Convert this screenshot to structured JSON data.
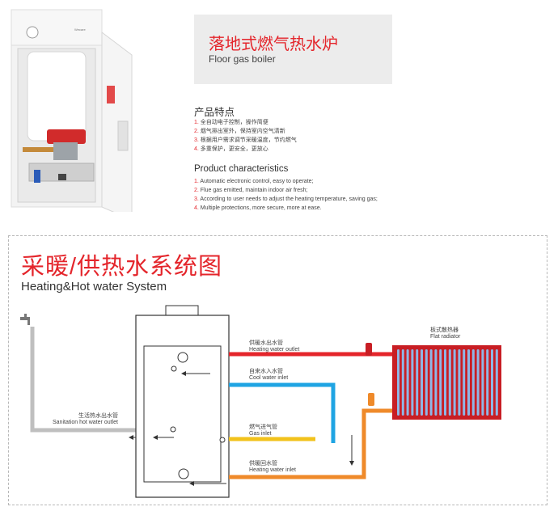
{
  "product": {
    "title_cn": "落地式燃气热水炉",
    "title_en": "Floor gas boiler",
    "badge_text": "Wecare"
  },
  "features_cn": {
    "heading": "产品特点",
    "items": [
      {
        "num": "1.",
        "text": "全自动电子控制，操作简便"
      },
      {
        "num": "2.",
        "text": "烟气排出室外，保持室内空气清新"
      },
      {
        "num": "3.",
        "text": "根据用户需求调节采暖温度，节约燃气"
      },
      {
        "num": "4.",
        "text": "多重保护，更安全，更放心"
      }
    ]
  },
  "features_en": {
    "heading": "Product characteristics",
    "items": [
      {
        "num": "1.",
        "text": "Automatic electronic control, easy to operate;"
      },
      {
        "num": "2.",
        "text": "Flue gas emitted, maintain indoor air fresh;"
      },
      {
        "num": "3.",
        "text": "According to user needs to adjust the heating temperature, saving gas;"
      },
      {
        "num": "4.",
        "text": "Multiple protections, more secure, more at ease."
      }
    ]
  },
  "system": {
    "title_cn": "采暖/供热水系统图",
    "title_en": "Heating&Hot water System",
    "labels": {
      "heating_outlet_cn": "供暖水出水管",
      "heating_outlet_en": "Heating water outlet",
      "cool_inlet_cn": "自来水入水管",
      "cool_inlet_en": "Cool water inlet",
      "gas_inlet_cn": "燃气进气管",
      "gas_inlet_en": "Gas inlet",
      "heating_inlet_cn": "供暖回水管",
      "heating_inlet_en": "Heating water inlet",
      "sanitation_cn": "生活热水出水管",
      "sanitation_en": "Sanitation hot water outlet",
      "radiator_cn": "板式散热器",
      "radiator_en": "Flat radiator"
    },
    "colors": {
      "hot_pipe": "#e4252b",
      "cool_pipe": "#1fa4e3",
      "gas_pipe": "#f2c21b",
      "return_pipe": "#ef8a2a",
      "radiator_fill": "#c81e24",
      "radiator_tube": "#8fb6e6",
      "sanitation_pipe": "#bfbfbf"
    }
  }
}
